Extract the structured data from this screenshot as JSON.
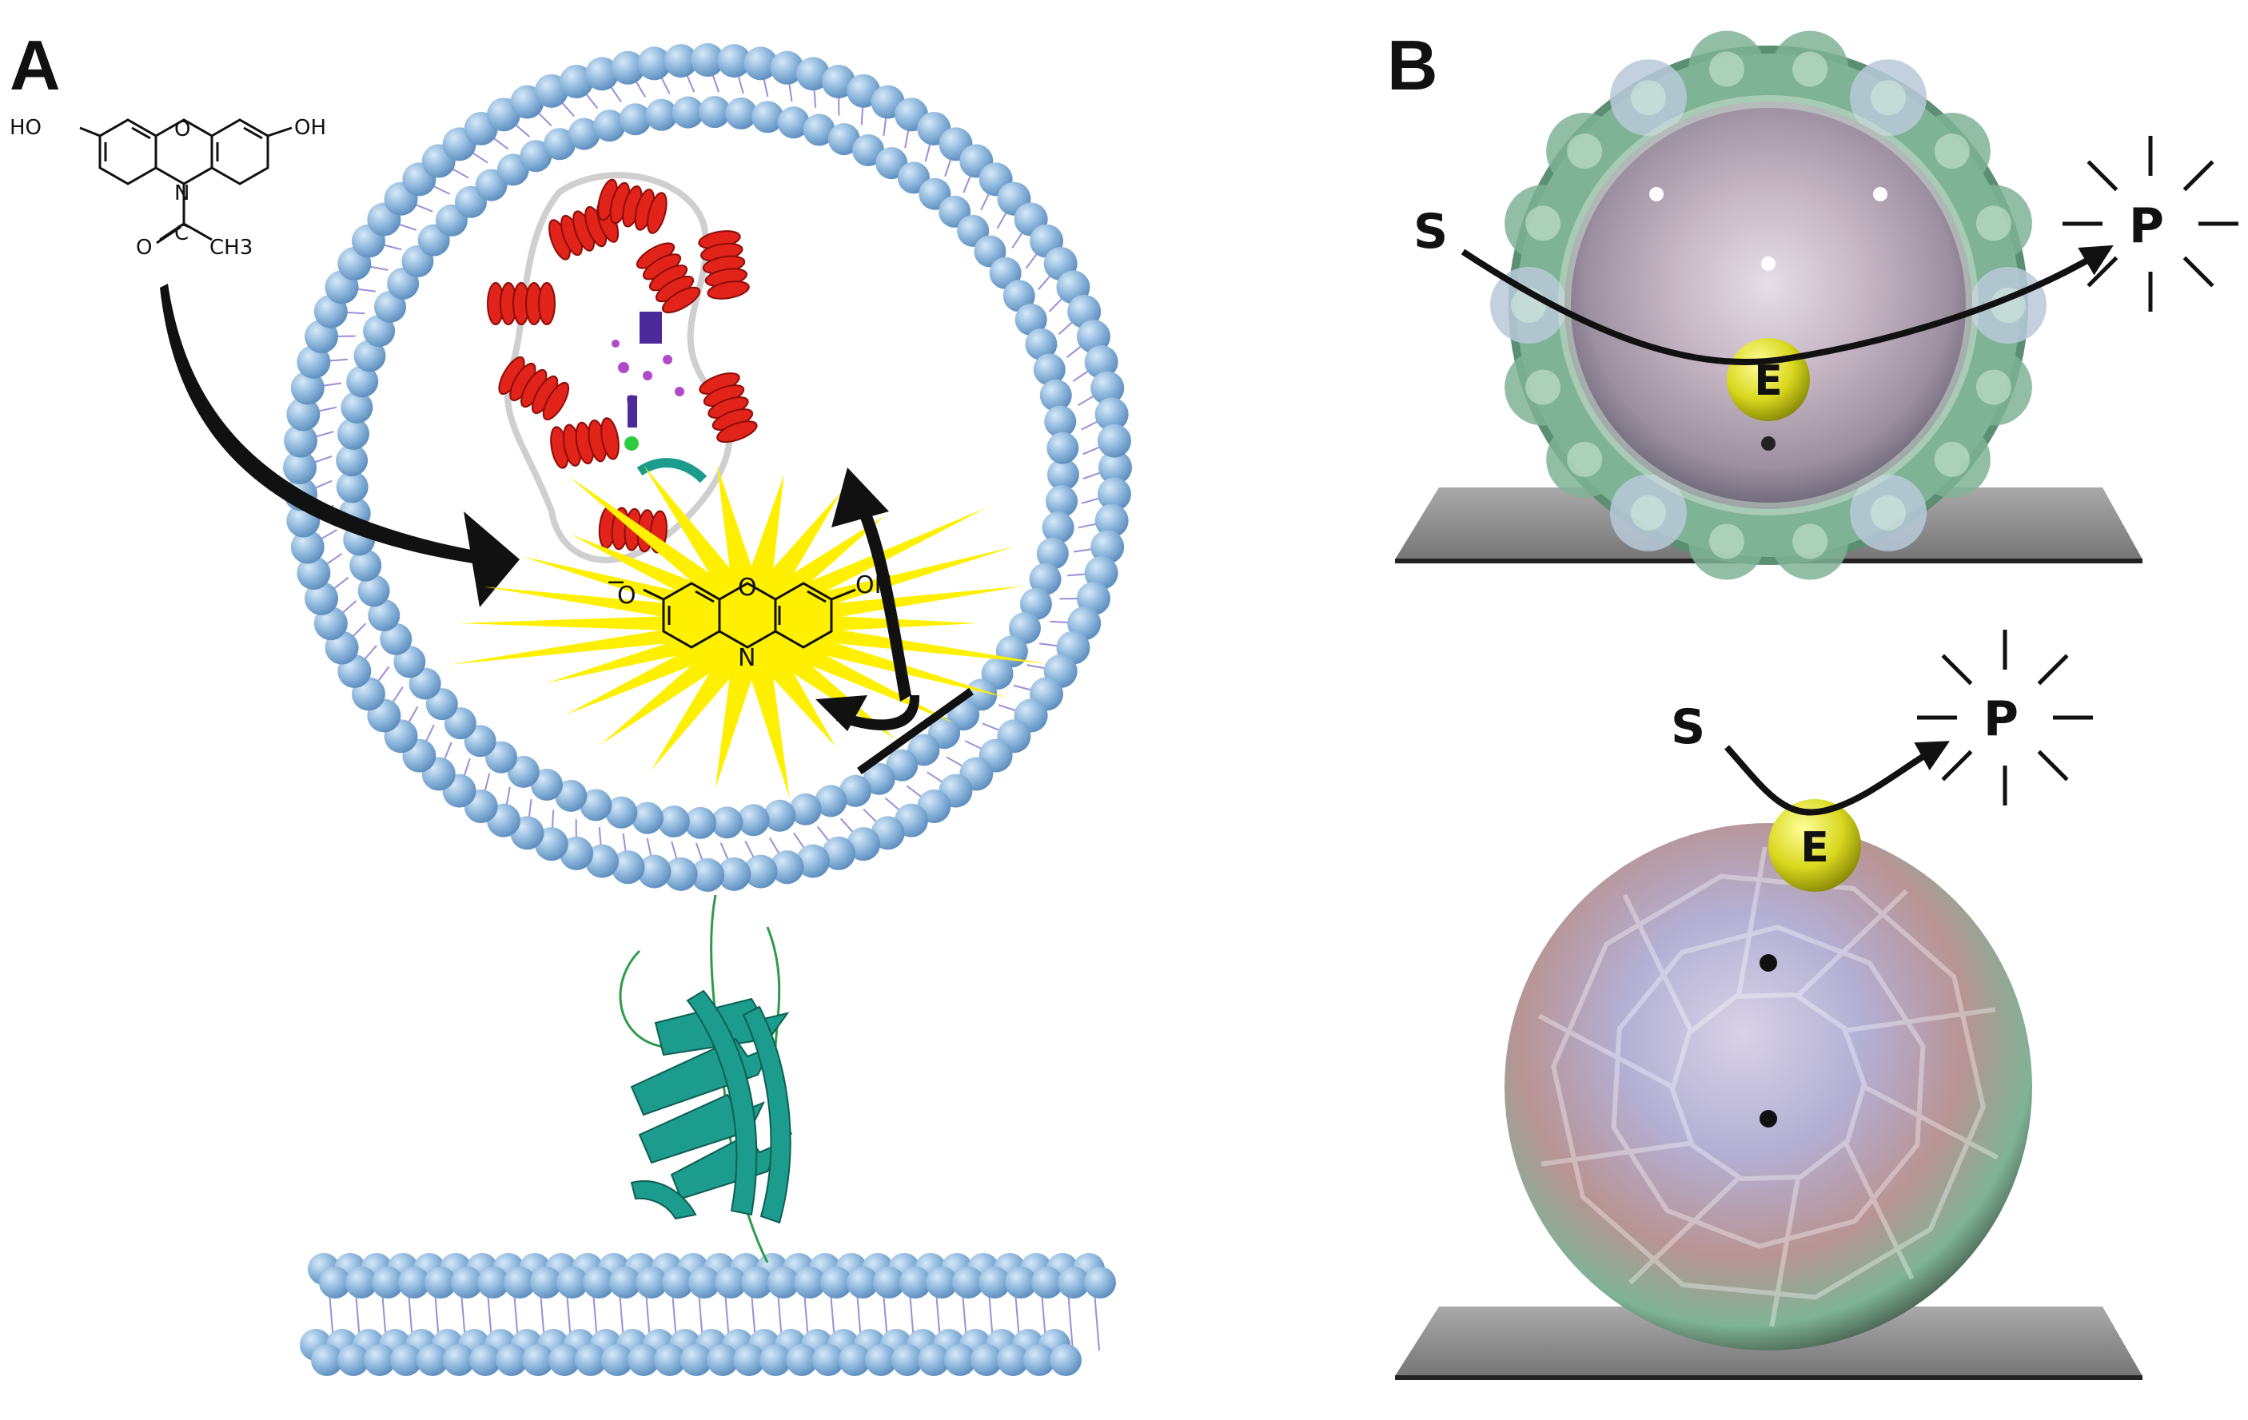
{
  "panels": {
    "a": {
      "label": "A",
      "substrate_labels": {
        "ho_left": "HO",
        "oh_right": "OH",
        "ring_o": "O",
        "ring_n": "N",
        "carbonyl_o": "O",
        "carbonyl_c": "C",
        "methyl": "CH3"
      },
      "product_labels": {
        "minus": "−",
        "phenolate_o": "O",
        "ring_o": "O",
        "ring_n": "N",
        "oh": "OH"
      }
    },
    "b": {
      "label": "B",
      "top": {
        "substrate": "S",
        "enzyme": "E",
        "product": "P"
      },
      "bottom": {
        "substrate": "S",
        "enzyme": "E",
        "product": "P"
      }
    }
  },
  "colors": {
    "lipid_head": "#8fb8dd",
    "lipid_tail": "#9a8fd6",
    "helix": "#e2231a",
    "coil": "#cfcfcf",
    "beta": "#1c9c8c",
    "burst": "#ffef00",
    "enzyme": "#d8d81e",
    "platform": "#6f6f6f",
    "capsid_green": "#7fb395",
    "capsid_blue": "#a9a9cf",
    "capsid_pink": "#c79a9a"
  }
}
